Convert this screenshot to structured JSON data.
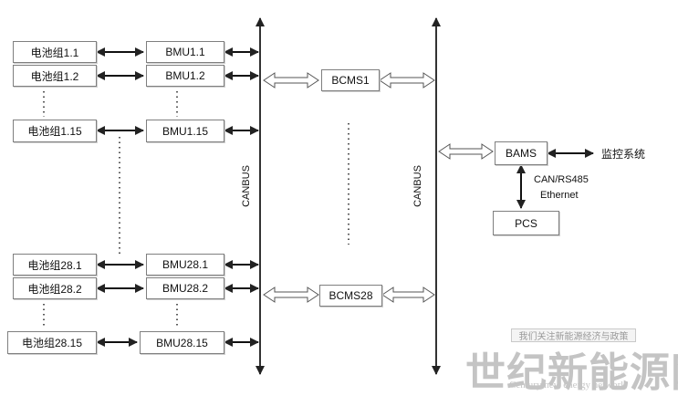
{
  "battery_groups": {
    "g1_1": "电池组1.1",
    "g1_2": "电池组1.2",
    "g1_15": "电池组1.15",
    "g28_1": "电池组28.1",
    "g28_2": "电池组28.2",
    "g28_15": "电池组28.15"
  },
  "bmu": {
    "b1_1": "BMU1.1",
    "b1_2": "BMU1.2",
    "b1_15": "BMU1.15",
    "b28_1": "BMU28.1",
    "b28_2": "BMU28.2",
    "b28_15": "BMU28.15"
  },
  "bcms": {
    "first": "BCMS1",
    "last": "BCMS28"
  },
  "bus": {
    "left": "CANBUS",
    "right": "CANBUS"
  },
  "bams": {
    "label": "BAMS",
    "monitor": "监控系统",
    "link1": "CAN/RS485",
    "link2": "Ethernet"
  },
  "pcs": {
    "label": "PCS"
  },
  "watermark": {
    "header": "我们关注新能源经济与政策",
    "main": "世纪新能源网",
    "sub": "Century new energy network"
  }
}
